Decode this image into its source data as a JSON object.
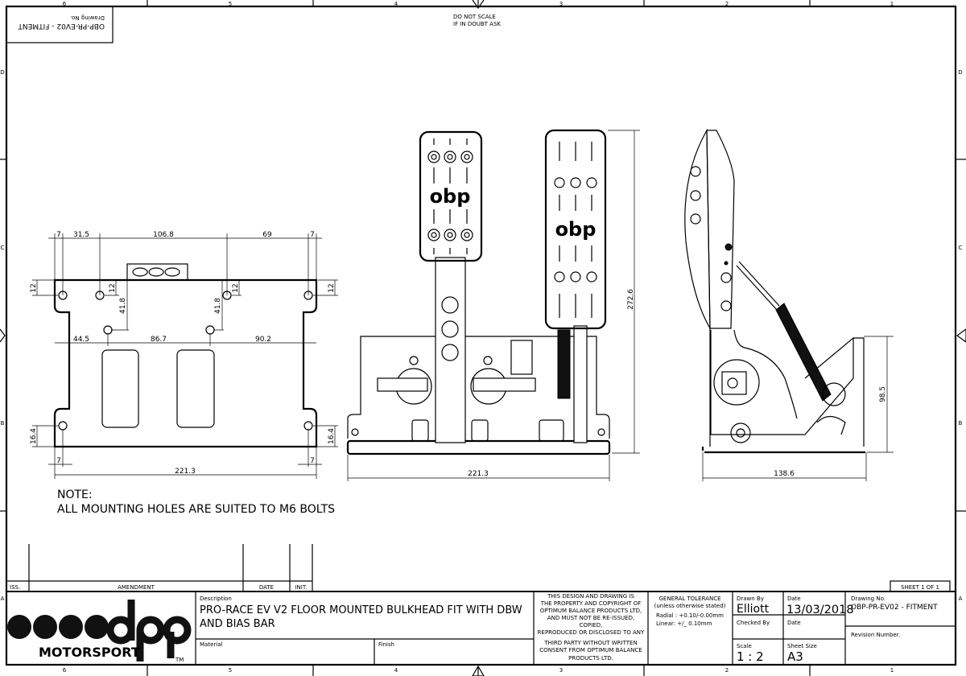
{
  "border": {
    "columns": [
      "6",
      "5",
      "4",
      "3",
      "2",
      "1"
    ],
    "rows": [
      "D",
      "C",
      "B",
      "A"
    ]
  },
  "header": {
    "drawing_no_label": "Drawing No.",
    "drawing_no": "OBP-PR-EV02 - FITMENT",
    "notice_line1": "DO NOT SCALE",
    "notice_line2": "IF IN DOUBT ASK"
  },
  "plan_view": {
    "dims": {
      "top_7_left": "7",
      "d31_5": "31.5",
      "d106_8": "106.8",
      "d69": "69",
      "top_7_right": "7",
      "d12_left": "12",
      "d12_inner_left": "12",
      "d12_inner_right": "12",
      "d12_right": "12",
      "d41_8_left": "41.8",
      "d41_8_right": "41.8",
      "d44_5": "44.5",
      "d86_7": "86.7",
      "d90_2": "90.2",
      "d16_4_left": "16.4",
      "d16_4_right": "16.4",
      "bot_7_left": "7",
      "bot_7_right": "7",
      "width": "221.3"
    }
  },
  "front_view": {
    "dims": {
      "width": "221.3",
      "height": "272.6"
    }
  },
  "side_view": {
    "dims": {
      "depth": "138.6",
      "height": "98.5"
    }
  },
  "note": {
    "title": "NOTE:",
    "text": "ALL MOUNTING HOLES ARE SUITED TO M6 BOLTS"
  },
  "title_block": {
    "amendment_headers": [
      "ISS.",
      "AMENDMENT",
      "DATE",
      "INIT."
    ],
    "sheet": "SHEET 1  OF 1",
    "logo_text": "obp",
    "logo_sub": "MOTORSPORT",
    "logo_tm": "TM",
    "description_label": "Description",
    "description_line1": "PRO-RACE EV V2 FLOOR MOUNTED BULKHEAD FIT WITH DBW",
    "description_line2": "AND BIAS BAR",
    "material_label": "Material",
    "finish_label": "Finish",
    "copyright": [
      "THIS DESIGN AND DRAWING IS",
      "THE PROPERTY AND COPYRIGHT OF",
      "OPTIMUM BALANCE PRODUCTS LTD,",
      "AND MUST NOT BE RE-ISSUED,",
      "COPIED,",
      "REPRODUCED OR DISCLOSED TO ANY",
      "THIRD PARTY WITHOUT WRITTEN",
      "CONSENT FROM OPTIMUM BALANCE",
      "PRODUCTS LTD."
    ],
    "tolerance_title": "GENERAL TOLERANCE",
    "tolerance_sub": "(unless otherwise stated)",
    "tolerance_radial": "Radial : +0.10/-0.00mm",
    "tolerance_linear": "Linear: +/_ 0.10mm",
    "drawn_by_label": "Drawn By",
    "drawn_by": "Elliott",
    "date_label": "Date",
    "date": "13/03/2018",
    "checked_by_label": "Checked By",
    "checked_date_label": "Date",
    "scale_label": "Scale",
    "scale": "1 : 2",
    "sheet_size_label": "Sheet Size",
    "sheet_size": "A3",
    "drawing_no_label": "Drawing No.",
    "drawing_no": "OBP-PR-EV02 - FITMENT",
    "revision_label": "Revision Number."
  }
}
